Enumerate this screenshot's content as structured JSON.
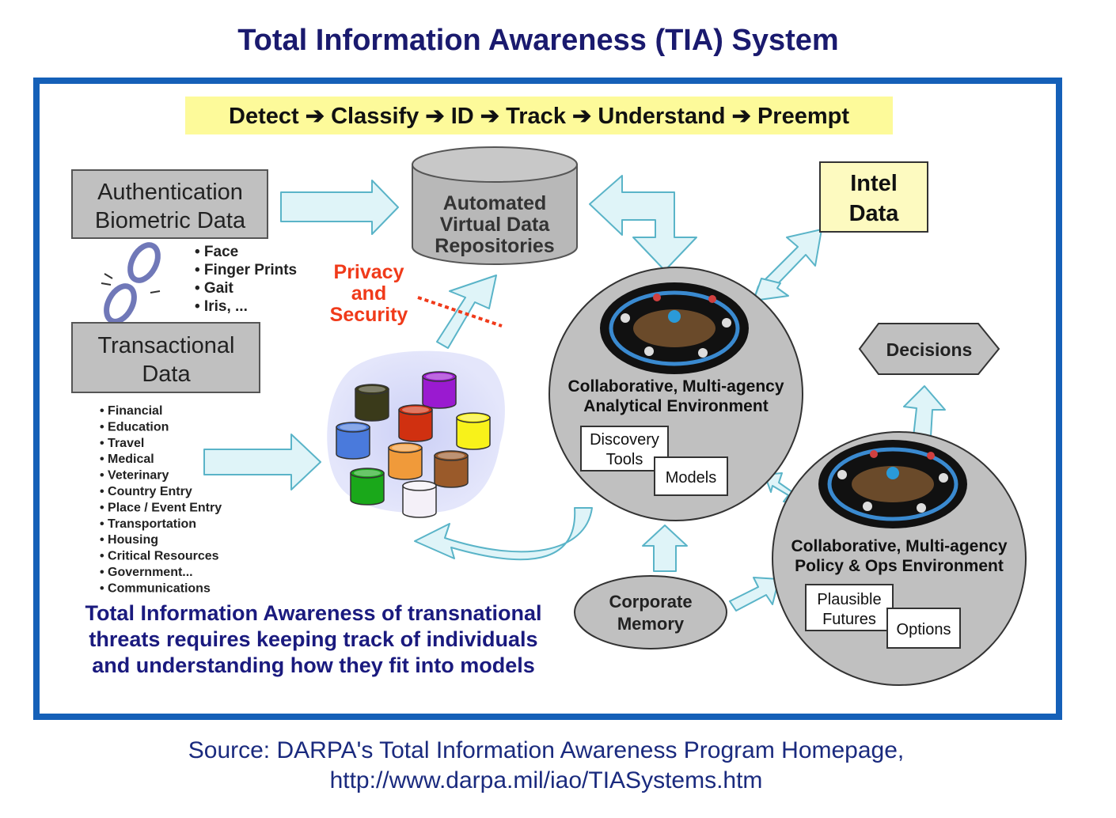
{
  "title": "Total Information Awareness (TIA) System",
  "process_chain": [
    "Detect",
    "Classify",
    "ID",
    "Track",
    "Understand",
    "Preempt"
  ],
  "nodes": {
    "auth_biometric": [
      "Authentication",
      "Biometric Data"
    ],
    "biometric_items": [
      "Face",
      "Finger Prints",
      "Gait",
      "Iris, ..."
    ],
    "transactional": [
      "Transactional",
      "Data"
    ],
    "transactional_items": [
      "Financial",
      "Education",
      "Travel",
      "Medical",
      "Veterinary",
      "Country Entry",
      "Place / Event Entry",
      "Transportation",
      "Housing",
      "Critical Resources",
      "Government...",
      "Communications"
    ],
    "repositories": [
      "Automated",
      "Virtual Data",
      "Repositories"
    ],
    "privacy": [
      "Privacy",
      "and",
      "Security"
    ],
    "intel": [
      "Intel",
      "Data"
    ],
    "decisions": "Decisions",
    "analytical_env": [
      "Collaborative, Multi-agency",
      "Analytical Environment"
    ],
    "discovery_tools": [
      "Discovery",
      "Tools"
    ],
    "models": "Models",
    "policy_env": [
      "Collaborative, Multi-agency",
      "Policy & Ops Environment"
    ],
    "plausible_futures": [
      "Plausible",
      "Futures"
    ],
    "options": "Options",
    "corporate_memory": [
      "Corporate",
      "Memory"
    ]
  },
  "statement": [
    "Total Information Awareness of transnational",
    "threats requires keeping track of individuals",
    "and understanding how they fit into models"
  ],
  "source": {
    "line1": "Source: DARPA's Total Information Awareness Program Homepage,",
    "line2": "http://www.darpa.mil/iao/TIASystems.htm"
  },
  "colors": {
    "frame_border": "#1560b8",
    "banner_bg": "#fdfa9a",
    "box_gray": "#c0c0c0",
    "arrow_fill": "#dff4f8",
    "arrow_stroke": "#5ab4c8",
    "privacy_red": "#f03a1a",
    "title_navy": "#1a1a6e"
  },
  "db_colors": [
    "#3a3a1a",
    "#9a1ad0",
    "#d03010",
    "#4a7adc",
    "#f8f21a",
    "#f09a3a",
    "#9a5a2a",
    "#1aa81a",
    "#f4f0f8"
  ]
}
